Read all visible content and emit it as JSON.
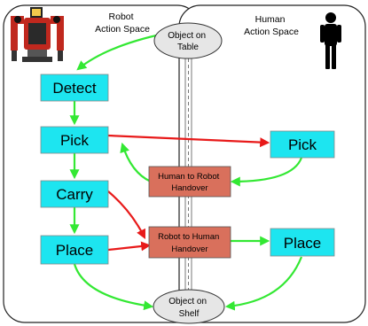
{
  "spaces": {
    "robot": [
      "Robot",
      "Action Space"
    ],
    "human": [
      "Human",
      "Action Space"
    ]
  },
  "objects": {
    "table": [
      "Object on",
      "Table"
    ],
    "shelf": [
      "Object on",
      "Shelf"
    ]
  },
  "robot_nodes": {
    "detect": "Detect",
    "pick": "Pick",
    "carry": "Carry",
    "place": "Place"
  },
  "human_nodes": {
    "pick": "Pick",
    "place": "Place"
  },
  "handovers": {
    "human_to_robot": [
      "Human to Robot",
      "Handover"
    ],
    "robot_to_human": [
      "Robot to Human",
      "Handover"
    ]
  },
  "colors": {
    "node_fill": "#1de5f0",
    "handover_fill": "#d9705c",
    "object_fill": "#e6e6e6",
    "green_arrow": "#33e833",
    "red_arrow": "#e81a1a",
    "robot_body": "#c0281e",
    "human_silhouette": "#000000"
  },
  "icons": [
    "robot-icon",
    "human-icon"
  ]
}
